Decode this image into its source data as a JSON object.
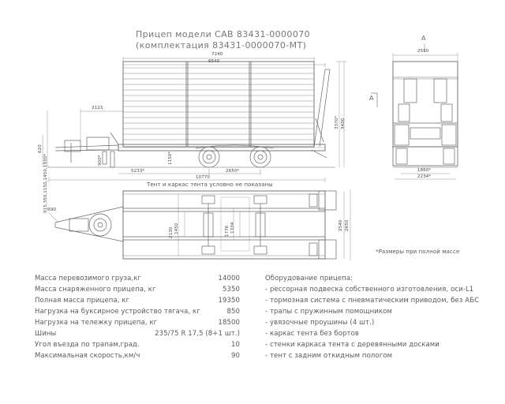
{
  "title": {
    "line1": "Прицеп модели САВ 83431-0000070",
    "line2": "(комплектация 83431-0000070-МТ)"
  },
  "side_view": {
    "dims": {
      "overall_length": "7240",
      "body_length": "6540",
      "front_overhang": "2123",
      "total_length": "10770",
      "wheel_pos": "5233*",
      "wheelbase": "2650*",
      "drawbar_height": "1150*",
      "height1": "3370*",
      "height2": "3400",
      "left_small": "620",
      "mid_small": "900*",
      "left_stack": "915,350,1150,1450,1930*"
    },
    "caption": "Тент и каркас тента условно не показаны",
    "section_marker": "A"
  },
  "rear_view": {
    "label": "A",
    "dims": {
      "top_width": "2550",
      "track": "1860*",
      "outer": "2234*"
    }
  },
  "top_view": {
    "dims": {
      "angle": "R90",
      "inner_w1": "2130",
      "inner_w2": "1450",
      "center_w1": "1776",
      "center_w2": "1334",
      "outer_w1": "2540",
      "outer_w2": "2650"
    },
    "note": "*Размеры при полной массе"
  },
  "specs": [
    {
      "label": "Масса перевозимого груза,кг",
      "value": "14000"
    },
    {
      "label": "Масса снаряженного прицепа, кг",
      "value": "5350"
    },
    {
      "label": "Полная масса прицепа, кг",
      "value": "19350"
    },
    {
      "label": "Нагрузка на буксирное устройство тягача, кг",
      "value": "850"
    },
    {
      "label": "Нагрузка на тележку прицепа, кг",
      "value": "18500"
    },
    {
      "label": "Шины",
      "value": "235/75 R 17,5 (8+1 шт.)"
    },
    {
      "label": "Угол въезда по трапам,град.",
      "value": "10"
    },
    {
      "label": "Максимальная скорость,км/ч",
      "value": "90"
    }
  ],
  "equipment": {
    "heading": "Оборудование прицепа:",
    "items": [
      "- рессорная подвеска собственного изготовления, оси-L1",
      "- тормозная система с пневматическим приводом, без АБС",
      "- трапы с пружинным помощником",
      "- увязочные проушины (4 шт.)",
      "- каркас тента без бортов",
      "- стенки каркаса тента с деревянными досками",
      "- тент с задним откидным пологом"
    ]
  }
}
